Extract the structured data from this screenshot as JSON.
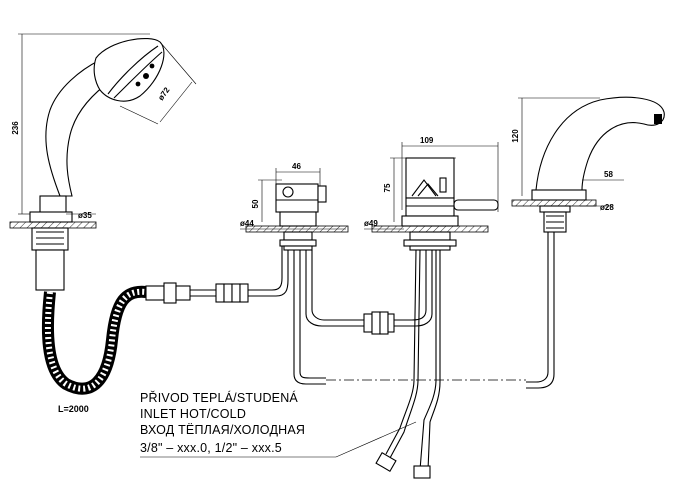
{
  "dimensions": {
    "shower_height": "236",
    "shower_head_diameter": "ø72",
    "shower_base_diameter": "ø35",
    "hose_length": "L=2000",
    "valve_width": "46",
    "valve_height": "50",
    "valve_base_diameter": "ø44",
    "mixer_width": "109",
    "mixer_height": "75",
    "mixer_base_diameter": "ø49",
    "spout_height": "120",
    "spout_reach": "58",
    "spout_base_diameter": "ø28"
  },
  "inlet_note": {
    "line1": "PŘIVOD TEPLÁ/STUDENÁ",
    "line2": "INLET HOT/COLD",
    "line3": "ВХОД ТЁПЛАЯ/ХОЛОДНАЯ",
    "line4": "3/8\" – xxx.0,  1/2\" – xxx.5"
  }
}
